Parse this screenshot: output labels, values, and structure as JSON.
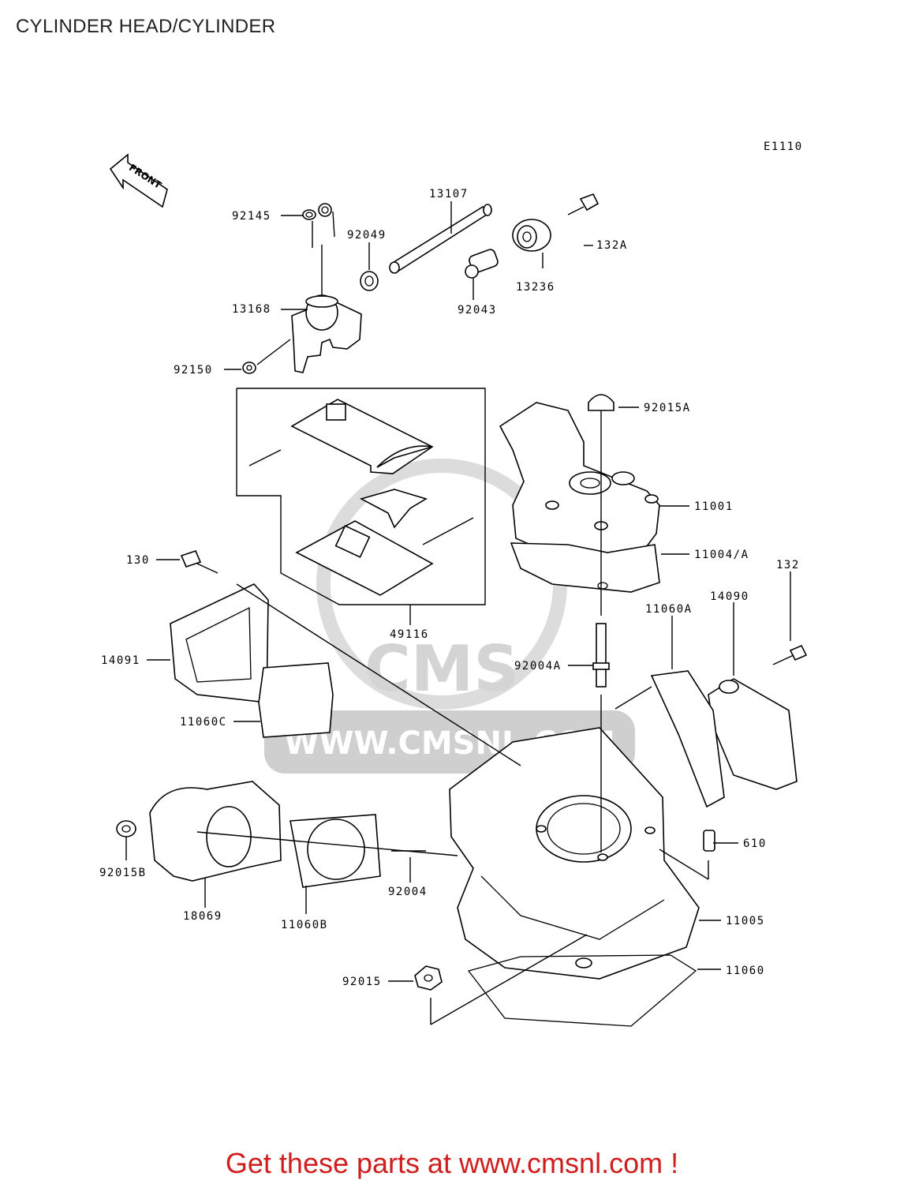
{
  "title": "CYLINDER HEAD/CYLINDER",
  "diagram_code": "E1110",
  "front_arrow_label": "FRONT",
  "watermark": {
    "brand": "CMS",
    "url": "WWW.CMSNL.COM"
  },
  "labels": {
    "l_13107": "13107",
    "l_92145": "92145",
    "l_92049": "92049",
    "l_132A": "132A",
    "l_13236": "13236",
    "l_13168": "13168",
    "l_92043": "92043",
    "l_92150": "92150",
    "l_92015A": "92015A",
    "l_11001": "11001",
    "l_11004A": "11004/A",
    "l_130": "130",
    "l_132": "132",
    "l_14090": "14090",
    "l_49116": "49116",
    "l_11060A": "11060A",
    "l_14091": "14091",
    "l_92004A": "92004A",
    "l_11060C": "11060C",
    "l_610": "610",
    "l_92015B": "92015B",
    "l_92004": "92004",
    "l_18069": "18069",
    "l_11060B": "11060B",
    "l_11005": "11005",
    "l_92015": "92015",
    "l_11060": "11060"
  },
  "promo_text": "Get these parts at www.cmsnl.com !",
  "colors": {
    "promo": "#d01e1e",
    "line": "#000000",
    "watermark": "#cfcfcf"
  }
}
